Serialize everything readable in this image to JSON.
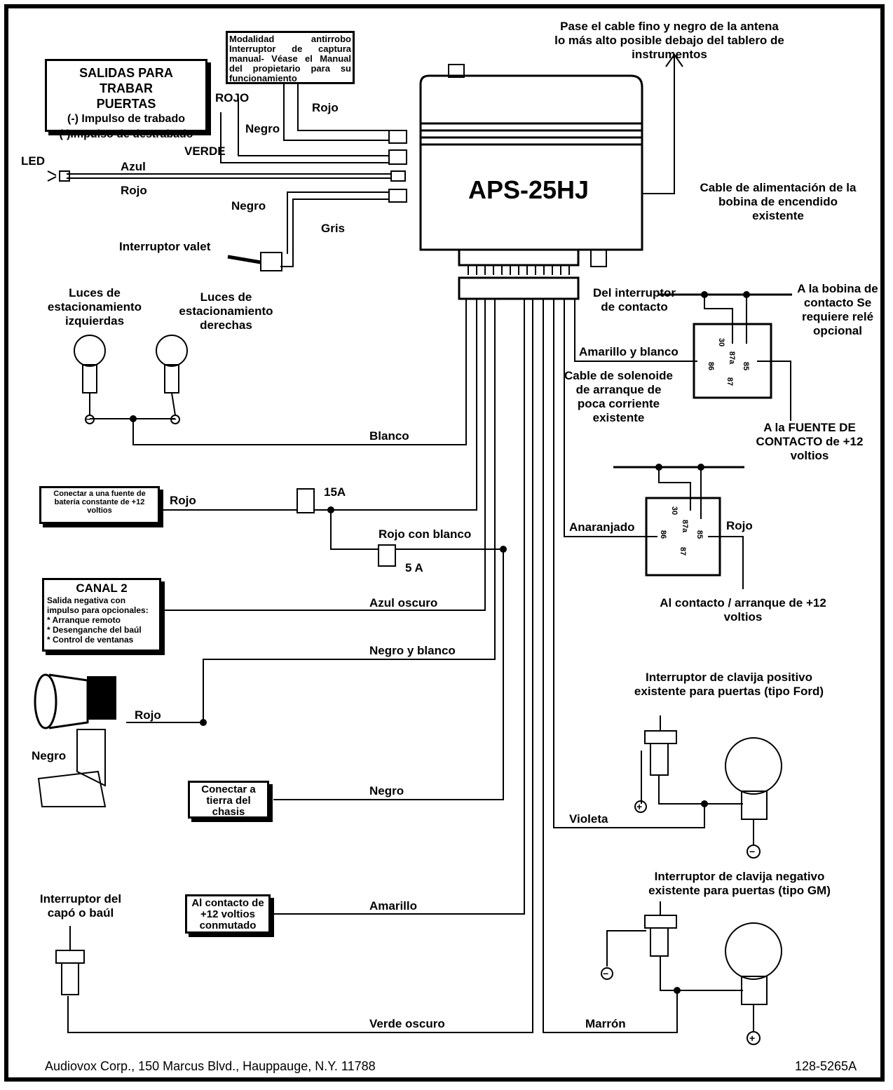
{
  "unit_model": "APS-25HJ",
  "antenna_note": "Pase el cable fino y negro de la antena lo más alto posible debajo del tablero de instrumentos",
  "door_lock_box": {
    "title": "SALIDAS PARA TRABAR PUERTAS",
    "line1": "(-) Impulso de trabado",
    "line2": "(-)Impulso de destrabado"
  },
  "antitheft_box": "Modalidad antirrobo Interruptor de captura manual- Véase el Manual del propietario para su funcionamiento",
  "labels": {
    "rojo_top": "ROJO",
    "verde_top": "VERDE",
    "rojo_capture": "Rojo",
    "negro_capture": "Negro",
    "led": "LED",
    "azul": "Azul",
    "rojo_led": "Rojo",
    "negro_valet": "Negro",
    "gris": "Gris",
    "valet": "Interruptor valet",
    "left_lights": "Luces de estacionamiento izquierdas",
    "right_lights": "Luces de estacionamiento derechas",
    "blanco": "Blanco",
    "battery_box": "Conectar a una fuente de batería constante de +12 voltios",
    "rojo_battery": "Rojo",
    "fuse_15": "15A",
    "rojo_con_blanco": "Rojo con blanco",
    "fuse_5": "5 A",
    "channel2_title": "CANAL 2",
    "channel2_desc": "Salida negativa con impulso para opcionales:",
    "channel2_item1": "* Arranque remoto",
    "channel2_item2": "* Desenganche del baúl",
    "channel2_item3": "* Control de ventanas",
    "azul_oscuro": "Azul oscuro",
    "negro_y_blanco": "Negro y blanco",
    "rojo_siren": "Rojo",
    "negro_siren": "Negro",
    "ground_box": "Conectar a tierra del chasis",
    "negro_ground": "Negro",
    "ignition_box": "Al contacto de +12 voltios conmutado",
    "amarillo": "Amarillo",
    "hood_switch": "Interruptor del capó o baúl",
    "verde_oscuro": "Verde oscuro",
    "coil_wire": "Cable de alimentación de la bobina de encendido existente",
    "del_interruptor": "Del interruptor de contacto",
    "a_la_bobina": "A la bobina de contacto Se requiere relé opcional",
    "amarillo_blanco": "Amarillo y blanco",
    "starter_wire": "Cable de solenoide de arranque de poca corriente existente",
    "fuente_contacto": "A la FUENTE DE CONTACTO de +12 voltios",
    "anaranjado": "Anaranjado",
    "rojo_relay": "Rojo",
    "al_contacto_arranque": "Al contacto / arranque de +12 voltios",
    "pin_switch_pos": "Interruptor de clavija positivo existente para puertas (tipo Ford)",
    "violeta": "Violeta",
    "pin_switch_neg": "Interruptor de clavija negativo existente para puertas (tipo GM)",
    "marron": "Marrón",
    "relay_30": "30",
    "relay_87a": "87a",
    "relay_86": "86",
    "relay_85": "85",
    "relay_87": "87",
    "plus": "+",
    "minus": "−"
  },
  "footer": {
    "address": "Audiovox Corp., 150 Marcus Blvd., Hauppauge, N.Y. 11788",
    "part_number": "128-5265A"
  }
}
